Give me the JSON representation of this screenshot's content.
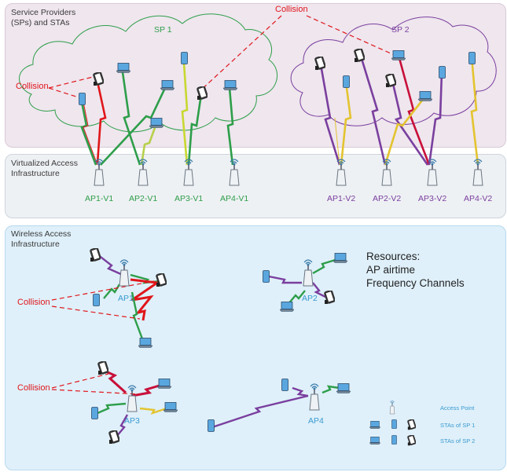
{
  "sections": {
    "service_providers": "Service Providers\n(SPs) and STAs",
    "virtualized": "Virtualized Access\nInfrastructure",
    "wireless": "Wireless Access\nInfrastructure"
  },
  "clouds": {
    "sp1": "SP 1",
    "sp2": "SP 2"
  },
  "collision_label": "Collision",
  "virtual_aps": {
    "sp1": [
      "AP1-V1",
      "AP2-V1",
      "AP3-V1",
      "AP4-V1"
    ],
    "sp2": [
      "AP1-V2",
      "AP2-V2",
      "AP3-V2",
      "AP4-V2"
    ]
  },
  "physical_aps": [
    "AP1",
    "AP2",
    "AP3",
    "AP4"
  ],
  "resources": {
    "title": "Resources:",
    "items": [
      "AP airtime",
      "Frequency Channels"
    ]
  },
  "legend": {
    "access_point": "Access Point",
    "sp1": "STAs of SP 1",
    "sp2": "STAs of SP 2"
  },
  "colors": {
    "sp1": "#2e9e4a",
    "sp2": "#7a3f9e",
    "collision": "#e0161b",
    "ap_label": "#3a9ad0"
  }
}
